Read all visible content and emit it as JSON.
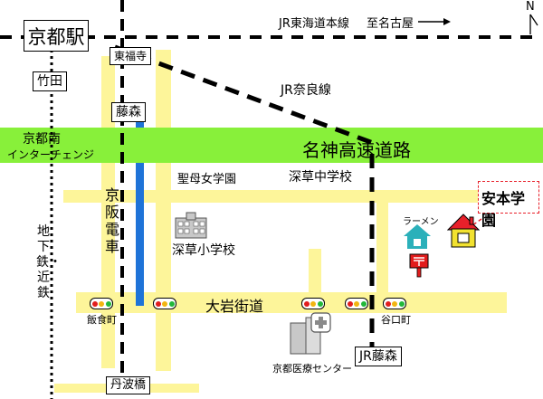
{
  "labels": {
    "kyoto_station": "京都駅",
    "jr_tokaido": "JR東海道本線",
    "to_nagoya": "至名古屋",
    "north": "N",
    "higashi_fukuji": "東福寺",
    "takeda": "竹田",
    "jr_nara": "JR奈良線",
    "fujinomori": "藤森",
    "kyoto_minami_ic_1": "京都南",
    "kyoto_minami_ic_2": "インターチェンジ",
    "meishin": "名神高速道路",
    "seibo": "聖母女学園",
    "fukakusa_jhs": "深草中学校",
    "yasumoto": "安本学園",
    "keihan": "京阪電車",
    "ramen": "ラーメン",
    "fukakusa_es": "深草小学校",
    "subway_kintetsu": "地下鉄・近鉄",
    "daigan_kaido": "大岩街道",
    "jikijikimachi": "飯食町",
    "taniguchicho": "谷口町",
    "jr_fujinomori": "JR藤森",
    "medical_center": "京都医療センター",
    "tanbabashi": "丹波橋"
  },
  "colors": {
    "yellow_road": "#fdf59a",
    "highway": "#88f03a",
    "keihan_line": "#1e73d8",
    "house_red": "#e8202a",
    "house_yellow": "#f2e230",
    "teal": "#2bb0ba",
    "signal_red": "#e21d1d",
    "signal_yellow": "#f2b511",
    "signal_green": "#22b83a",
    "yasumoto_border": "#e8202a"
  },
  "icons": [
    "school-building-icon",
    "ramen-shop-icon",
    "post-office-icon",
    "hospital-icon",
    "house-icon",
    "traffic-signal-icon",
    "north-arrow-icon"
  ]
}
